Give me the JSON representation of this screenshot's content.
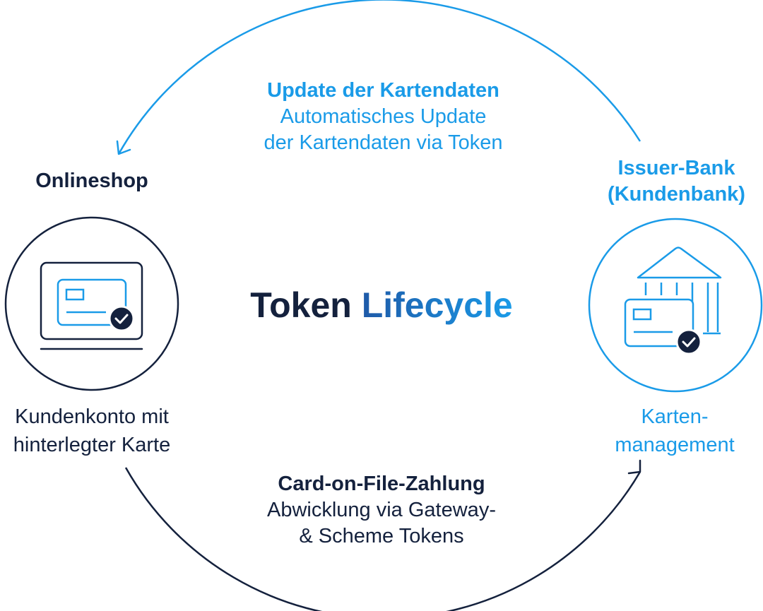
{
  "title": {
    "part1": "Token",
    "part2": "Lifecycle"
  },
  "top_flow": {
    "heading": "Update der Kartendaten",
    "line1": "Automatisches Update",
    "line2": "der Kartendaten via Token"
  },
  "bottom_flow": {
    "heading": "Card-on-File-Zahlung",
    "line1": "Abwicklung via Gateway-",
    "line2": "& Scheme Tokens"
  },
  "left_node": {
    "title": "Onlineshop",
    "caption_line1": "Kundenkonto mit",
    "caption_line2": "hinterlegter Karte",
    "icon": "laptop-card-check-icon"
  },
  "right_node": {
    "title_line1": "Issuer-Bank",
    "title_line2": "(Kundenbank)",
    "caption_line1": "Karten-",
    "caption_line2": "management",
    "icon": "bank-card-check-icon"
  },
  "colors": {
    "navy": "#14213d",
    "blue": "#1a9be8",
    "title_gradient_start": "#1e5aa8",
    "title_gradient_end": "#1a9be8"
  }
}
